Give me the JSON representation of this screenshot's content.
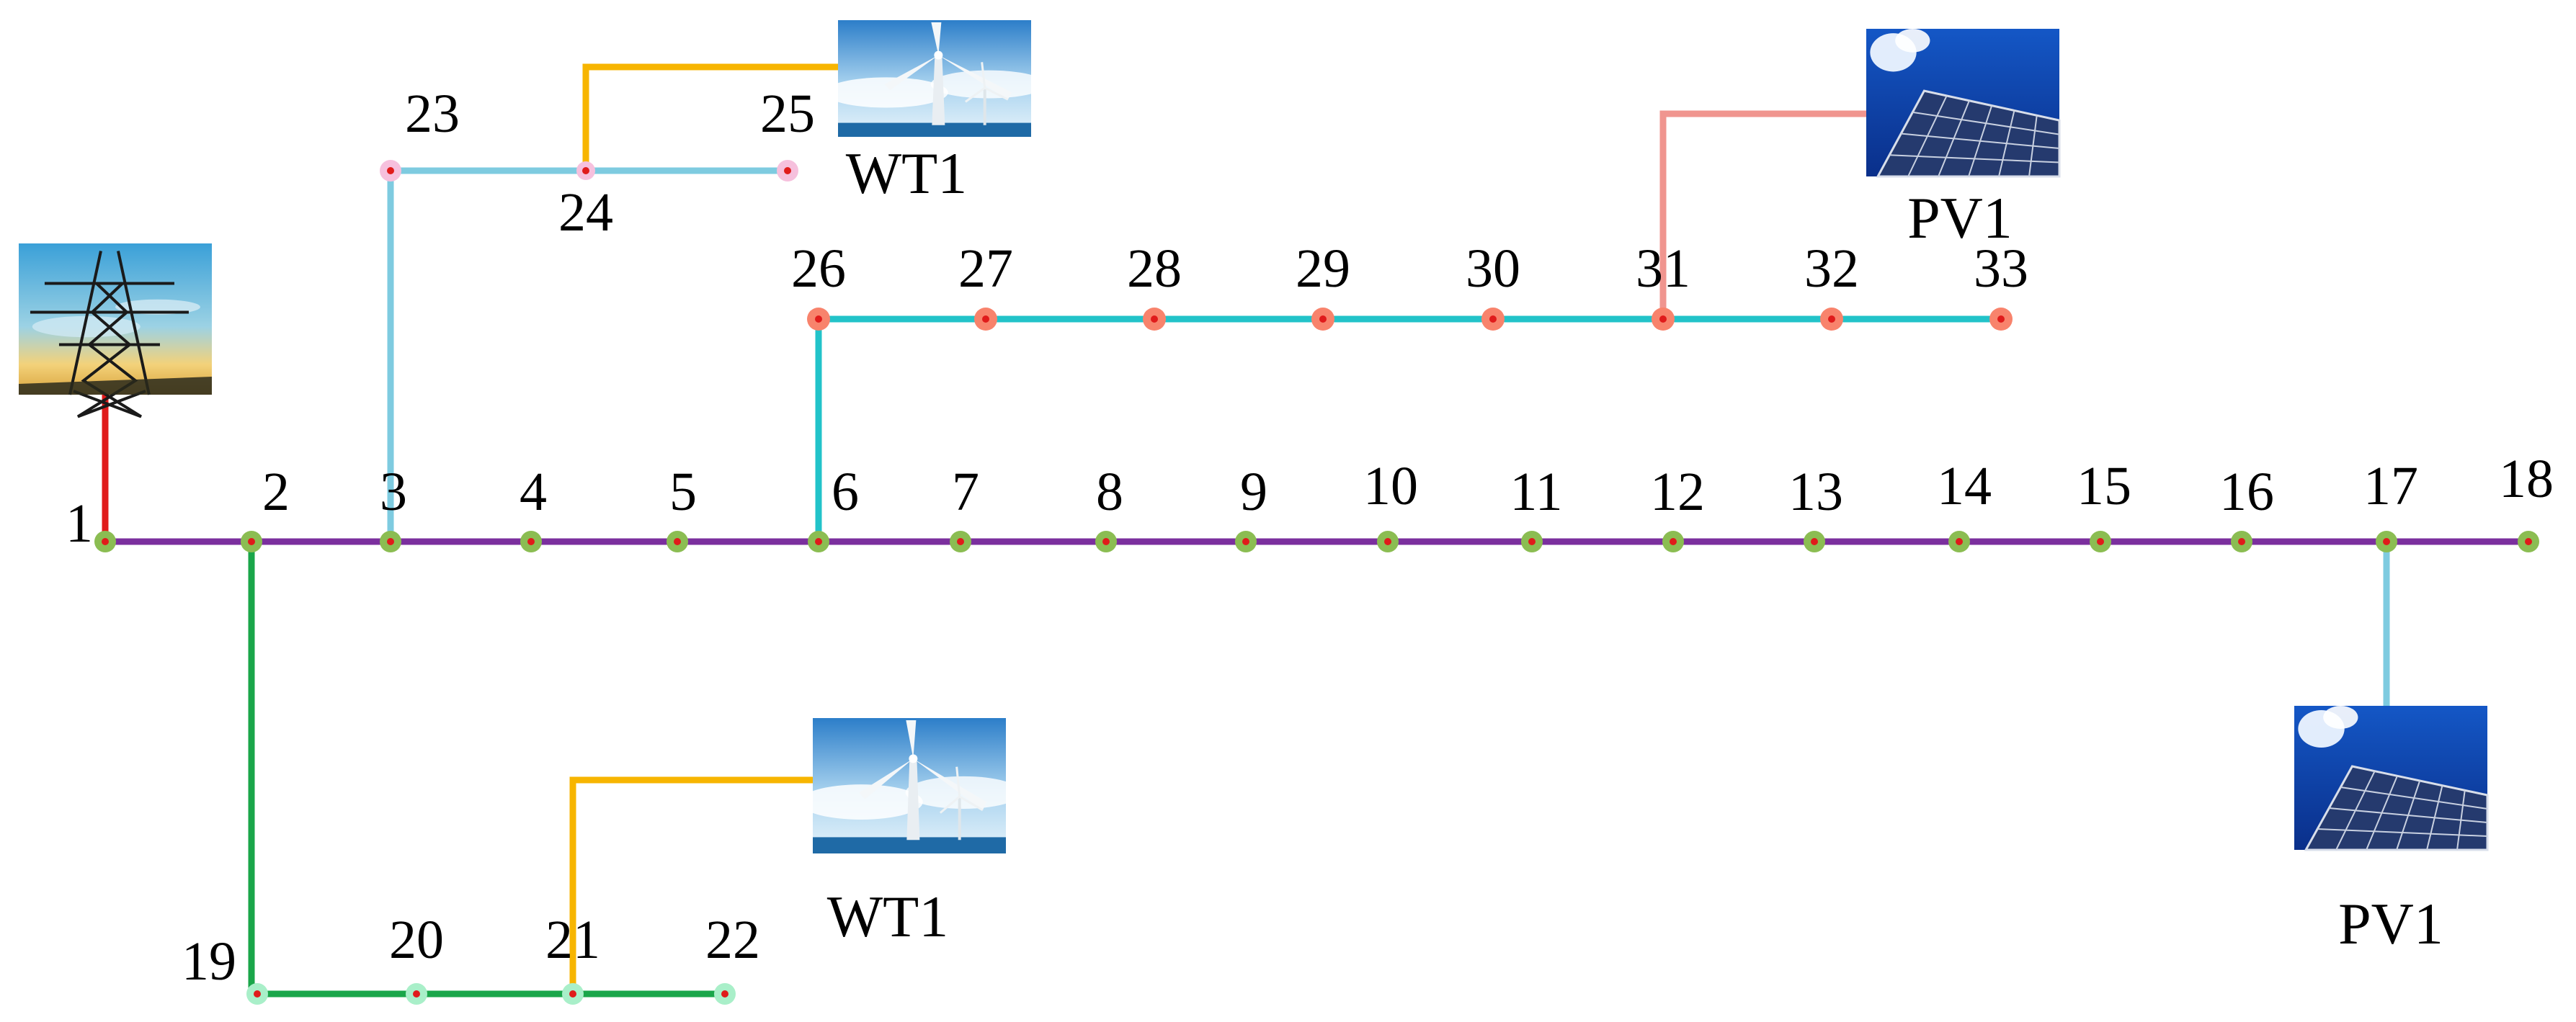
{
  "colors": {
    "background": "#ffffff",
    "main_feeder": "#7b2f9e",
    "branch_19_22": "#1aa64a",
    "branch_26_33": "#22c3c9",
    "branch_23_25": "#7ecbe0",
    "pv_tie_17": "#7ecbe0",
    "pv_tie_31": "#f0958f",
    "wt_tie": "#f7b500",
    "grid_tie": "#e01b1b",
    "node_dot": "#e01b1b",
    "node_ring_main": "#8bbd52",
    "node_ring_orange": "#f8836c",
    "node_ring_pink": "#f6c0dd",
    "node_ring_green": "#a9efc9"
  },
  "nodes": [
    {
      "id": "1",
      "label": "1"
    },
    {
      "id": "2",
      "label": "2"
    },
    {
      "id": "3",
      "label": "3"
    },
    {
      "id": "4",
      "label": "4"
    },
    {
      "id": "5",
      "label": "5"
    },
    {
      "id": "6",
      "label": "6"
    },
    {
      "id": "7",
      "label": "7"
    },
    {
      "id": "8",
      "label": "8"
    },
    {
      "id": "9",
      "label": "9"
    },
    {
      "id": "10",
      "label": "10"
    },
    {
      "id": "11",
      "label": "11"
    },
    {
      "id": "12",
      "label": "12"
    },
    {
      "id": "13",
      "label": "13"
    },
    {
      "id": "14",
      "label": "14"
    },
    {
      "id": "15",
      "label": "15"
    },
    {
      "id": "16",
      "label": "16"
    },
    {
      "id": "17",
      "label": "17"
    },
    {
      "id": "18",
      "label": "18"
    },
    {
      "id": "19",
      "label": "19"
    },
    {
      "id": "20",
      "label": "20"
    },
    {
      "id": "21",
      "label": "21"
    },
    {
      "id": "22",
      "label": "22"
    },
    {
      "id": "23",
      "label": "23"
    },
    {
      "id": "24",
      "label": "24"
    },
    {
      "id": "25",
      "label": "25"
    },
    {
      "id": "26",
      "label": "26"
    },
    {
      "id": "27",
      "label": "27"
    },
    {
      "id": "28",
      "label": "28"
    },
    {
      "id": "29",
      "label": "29"
    },
    {
      "id": "30",
      "label": "30"
    },
    {
      "id": "31",
      "label": "31"
    },
    {
      "id": "32",
      "label": "32"
    },
    {
      "id": "33",
      "label": "33"
    }
  ],
  "sources": {
    "grid": {
      "icon": "transmission-tower-icon"
    },
    "wt_top": {
      "label": "WT1",
      "icon": "wind-turbine-icon"
    },
    "wt_bottom": {
      "label": "WT1",
      "icon": "wind-turbine-icon"
    },
    "pv_top": {
      "label": "PV1",
      "icon": "solar-panel-icon"
    },
    "pv_right": {
      "label": "PV1",
      "icon": "solar-panel-icon"
    }
  }
}
